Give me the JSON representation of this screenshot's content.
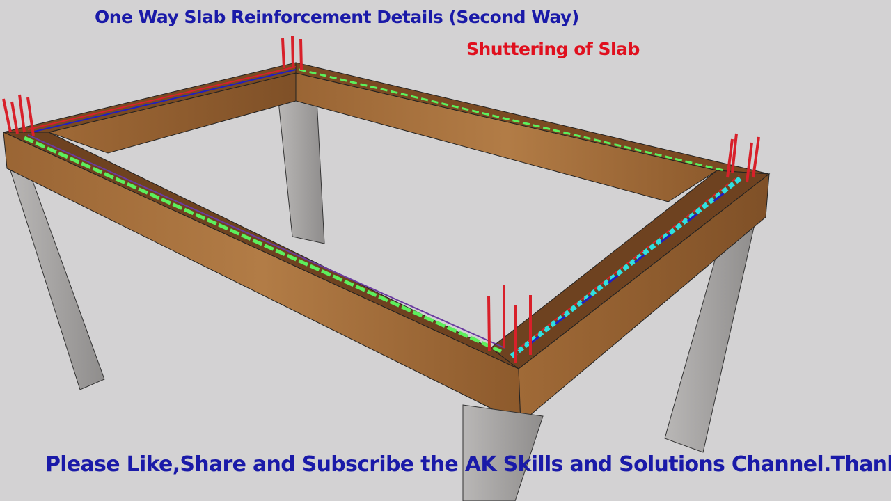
{
  "title": "One Way Slab Reinforcement Details (Second Way)",
  "subtitle": "Shuttering of Slab",
  "footer": "Please Like,Share and Subscribe the AK Skills and Solutions Channel.Thanks",
  "colors": {
    "background": "#d3d2d3",
    "title": "#1a1aa8",
    "subtitle": "#e0101e",
    "wood": "#a8733f",
    "column": "#a9a7a6",
    "rebar_main": "#d8202a",
    "stirrup_green": "#5cf05c",
    "stirrup_blue": "#2020c0",
    "stirrup_cyan": "#30e0e0"
  }
}
